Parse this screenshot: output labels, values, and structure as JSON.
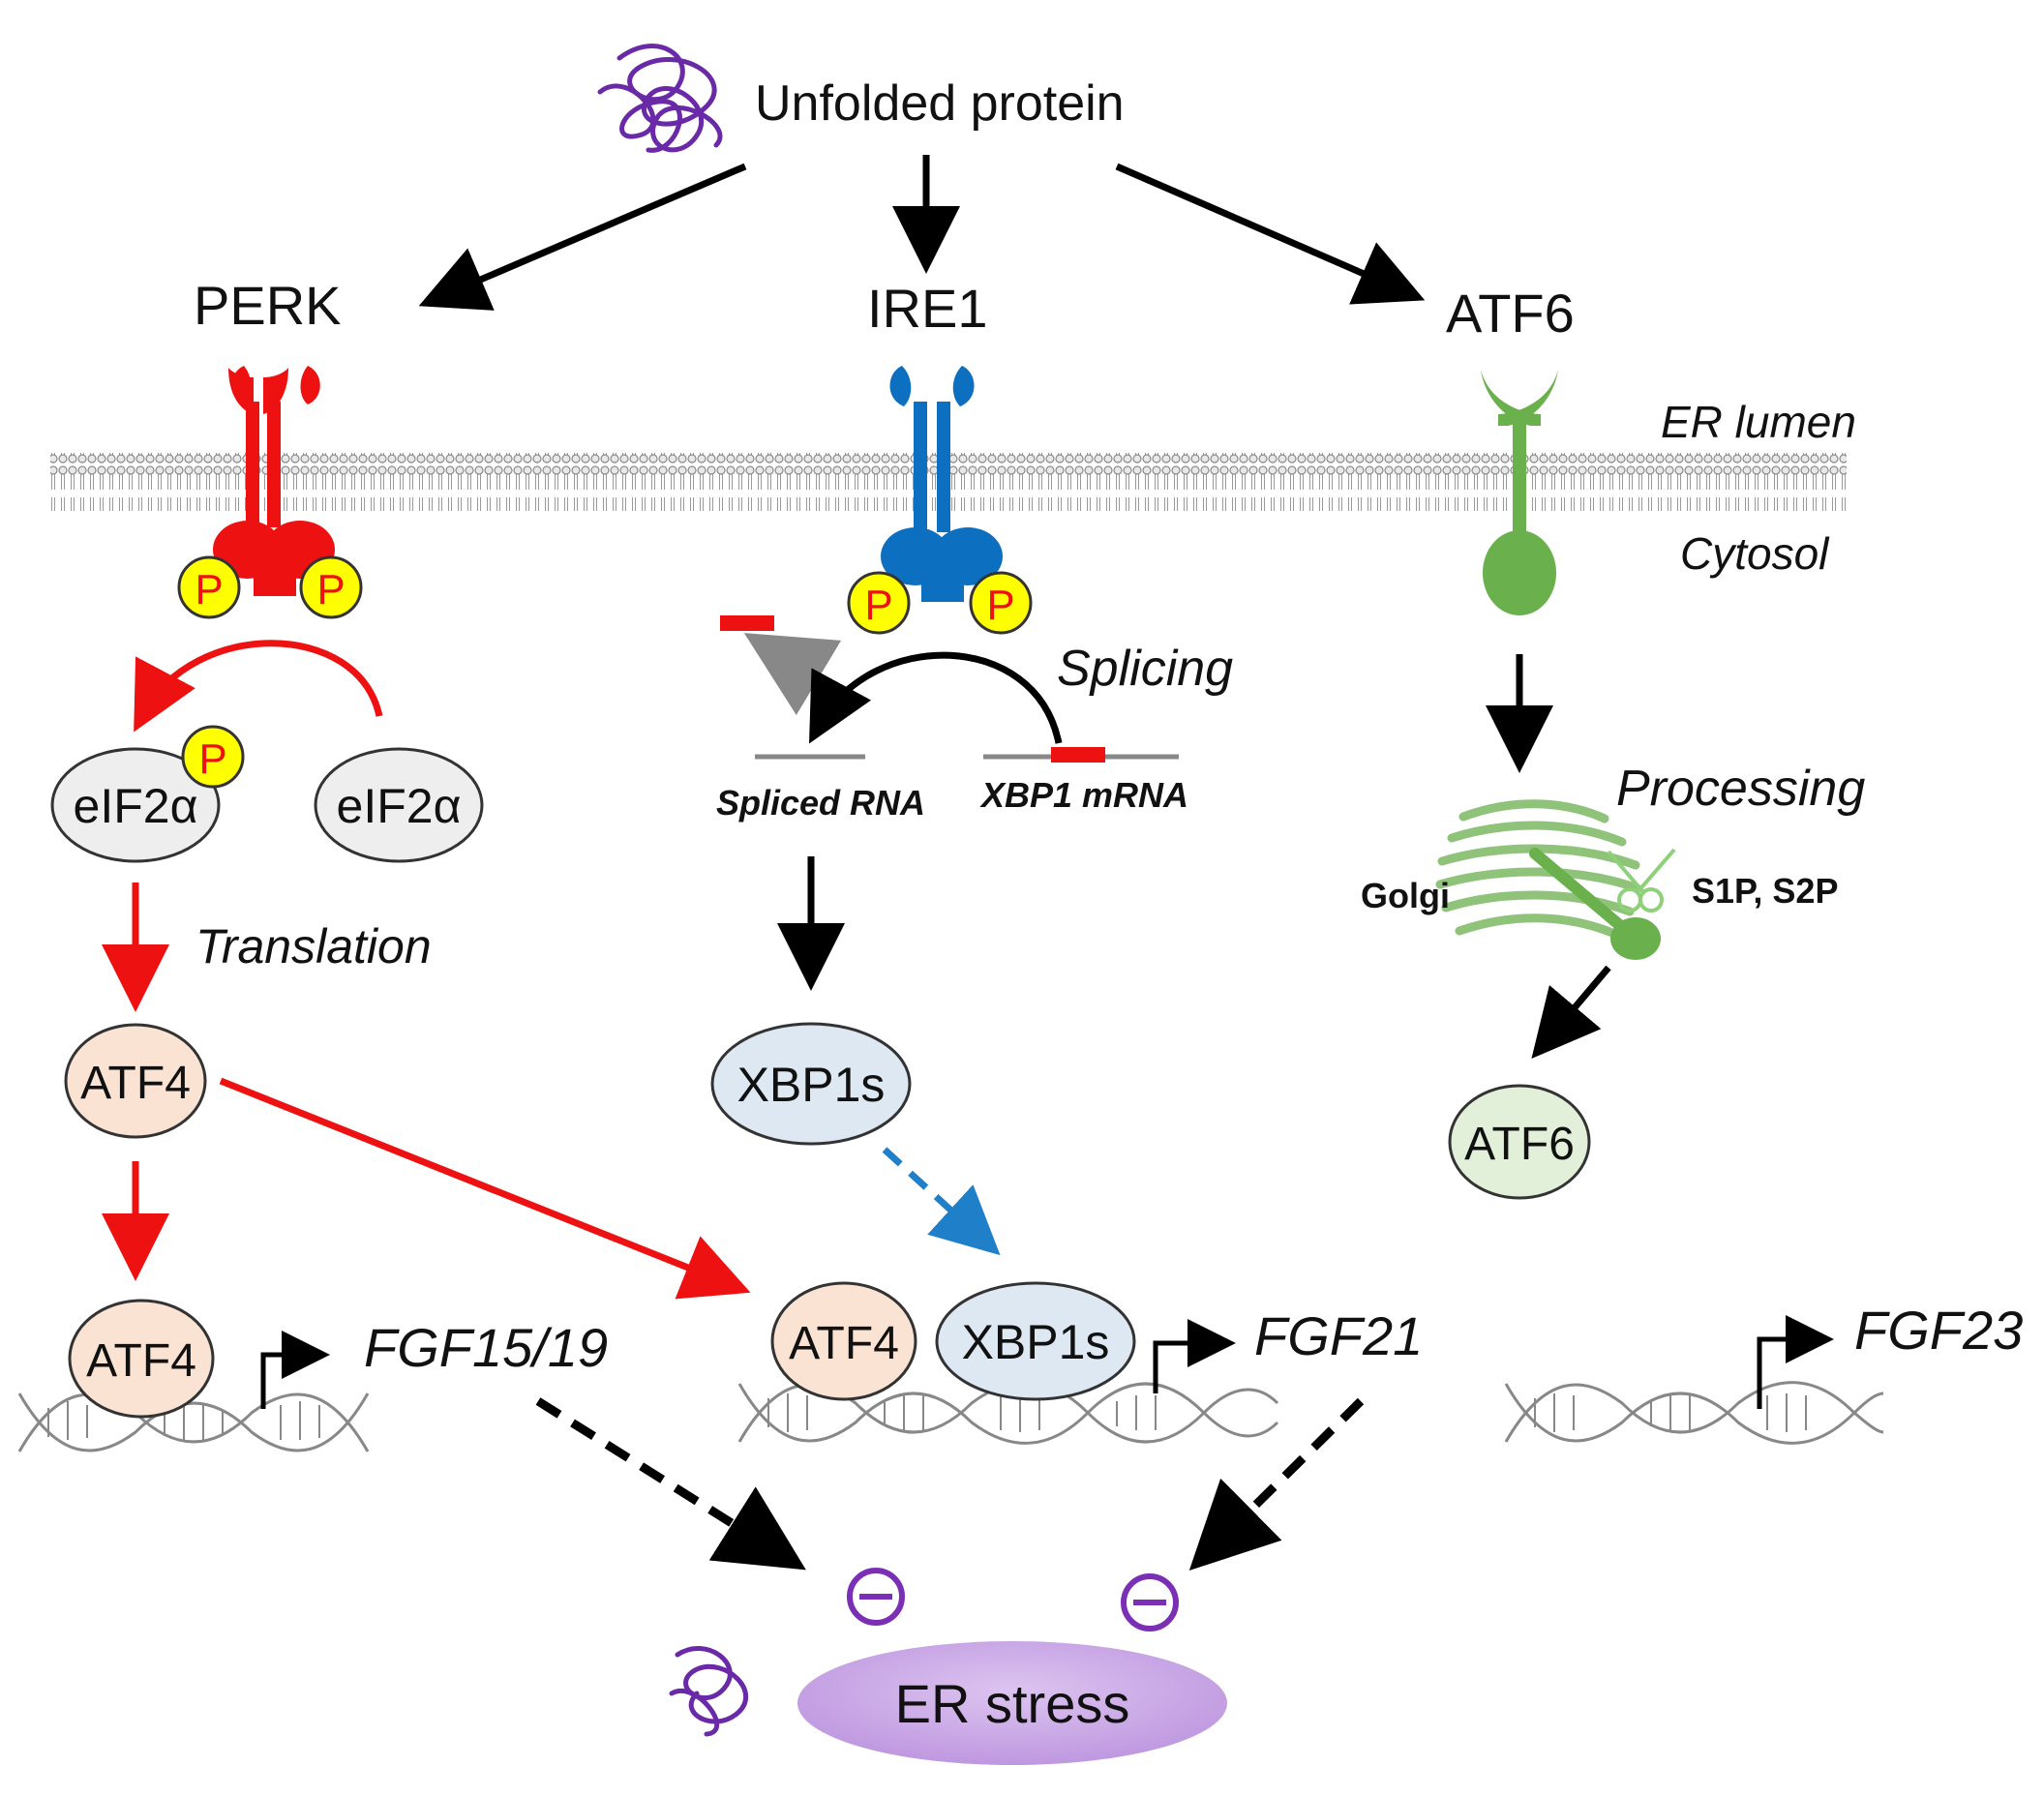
{
  "top": {
    "unfolded_protein": "Unfolded protein"
  },
  "sensors": {
    "perk": "PERK",
    "ire1": "IRE1",
    "atf6": "ATF6"
  },
  "compartments": {
    "er_lumen": "ER lumen",
    "cytosol": "Cytosol"
  },
  "phospho": "P",
  "perk_branch": {
    "eif2a_phospho": "eIF2α",
    "eif2a": "eIF2α",
    "translation": "Translation",
    "atf4_1": "ATF4",
    "atf4_2": "ATF4",
    "gene": "FGF15/19"
  },
  "ire1_branch": {
    "splicing": "Splicing",
    "spliced_rna": "Spliced RNA",
    "xbp1_mrna": "XBP1 mRNA",
    "xbp1s": "XBP1s",
    "atf4_complex": "ATF4",
    "xbp1s_complex": "XBP1s",
    "gene": "FGF21"
  },
  "atf6_branch": {
    "processing": "Processing",
    "golgi": "Golgi",
    "proteases": "S1P, S2P",
    "atf6_active": "ATF6",
    "gene": "FGF23"
  },
  "outcome": {
    "er_stress": "ER stress"
  },
  "colors": {
    "perk": "#ee1111",
    "ire1": "#0d6fbf",
    "atf6": "#6ab04c",
    "phospho_fill": "#ffff00",
    "eif2a_fill": "#eeeeee",
    "atf4_fill": "#fbe3d4",
    "xbp1s_fill": "#dde8f3",
    "atf6_fill": "#e2efd9",
    "er_stress_fill": "#c9a7e4",
    "inhibit": "#7b2fb4",
    "unfolded": "#6a2aa8"
  }
}
